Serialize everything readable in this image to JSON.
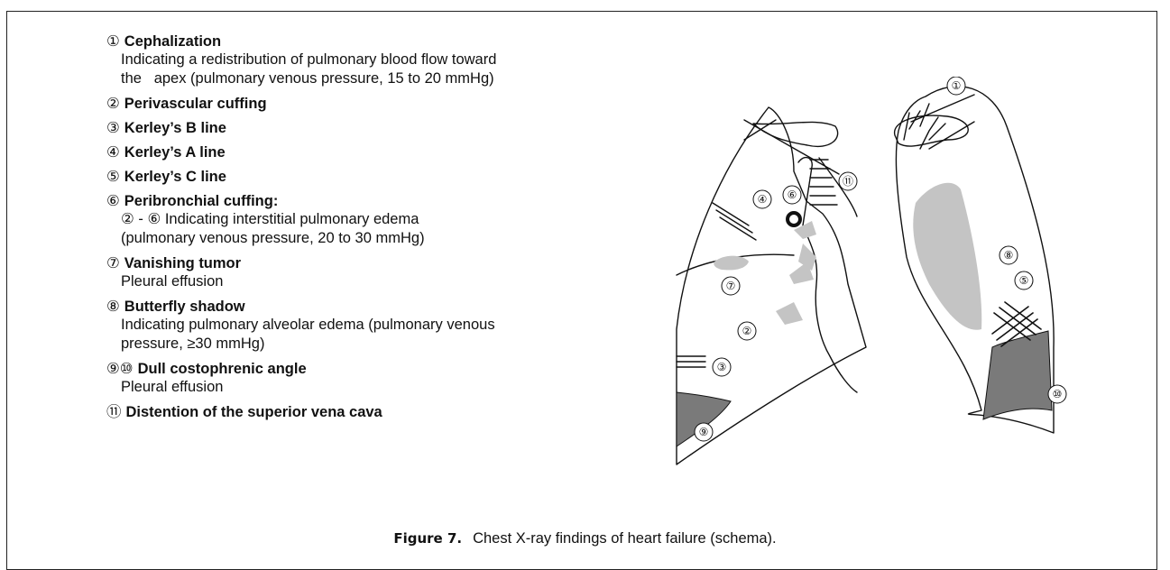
{
  "legend": [
    {
      "num": "①",
      "title": "Cephalization",
      "desc": "Indicating a redistribution of pulmonary blood flow toward\nthe   apex (pulmonary venous pressure, 15 to 20 mmHg)"
    },
    {
      "num": "②",
      "title": "Perivascular cuffing",
      "desc": ""
    },
    {
      "num": "③",
      "title": "Kerley’s B line",
      "desc": ""
    },
    {
      "num": "④",
      "title": "Kerley’s A line",
      "desc": ""
    },
    {
      "num": "⑤",
      "title": "Kerley’s C line",
      "desc": ""
    },
    {
      "num": "⑥",
      "title": "Peribronchial cuffing:",
      "desc": "② - ⑥ Indicating interstitial pulmonary edema\n(pulmonary venous pressure, 20 to 30 mmHg)"
    },
    {
      "num": "⑦",
      "title": "Vanishing tumor",
      "desc": "Pleural effusion"
    },
    {
      "num": "⑧",
      "title": "Butterfly shadow",
      "desc": "Indicating pulmonary alveolar edema (pulmonary venous\npressure, ≥30 mmHg)"
    },
    {
      "num": "⑨⑩",
      "title": "Dull costophrenic angle",
      "desc": "Pleural effusion"
    },
    {
      "num": "⑪",
      "title": "Distention of the superior vena cava",
      "desc": ""
    }
  ],
  "diagram_labels": {
    "n1": "①",
    "n2": "②",
    "n3": "③",
    "n4": "④",
    "n5": "⑤",
    "n6": "⑥",
    "n7": "⑦",
    "n8": "⑧",
    "n9": "⑨",
    "n10": "⑩",
    "n11": "⑪"
  },
  "caption": {
    "figure": "Figure 7.",
    "text": "Chest X-ray findings of heart failure (schema)."
  },
  "colors": {
    "shade_light": "#c4c4c4",
    "shade_dark": "#7a7a7a",
    "line": "#111111"
  }
}
